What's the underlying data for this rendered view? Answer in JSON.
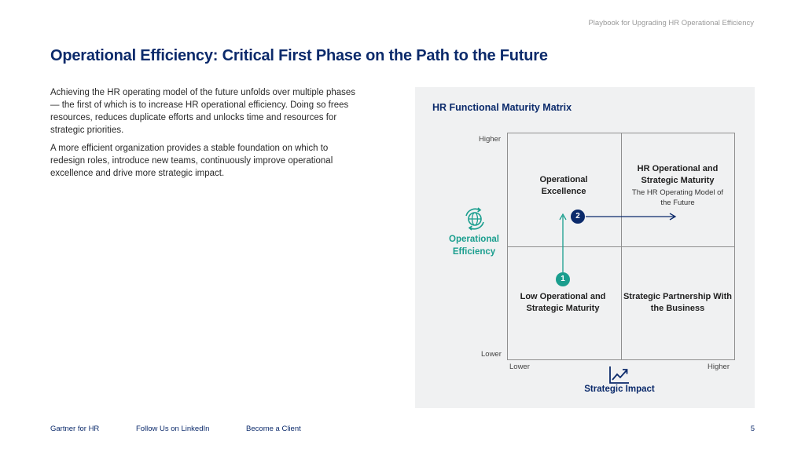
{
  "header": {
    "note": "Playbook for Upgrading HR Operational Efficiency"
  },
  "title": "Operational Efficiency: Critical First Phase on the Path to the Future",
  "body": {
    "paragraphs": [
      "Achieving the HR operating model of the future unfolds over multiple phases — the first of which is to increase HR operational efficiency. Doing so frees resources, reduces duplicate efforts and unlocks time and resources for strategic priorities.",
      "A more efficient organization provides a stable foundation on which to redesign roles, introduce new teams, continuously improve operational excellence and drive more strategic impact."
    ]
  },
  "matrix": {
    "title": "HR Functional Maturity Matrix",
    "y_axis": {
      "label": "Operational Efficiency",
      "high": "Higher",
      "low": "Lower",
      "icon": "globe-cycle-icon"
    },
    "x_axis": {
      "label": "Strategic Impact",
      "low": "Lower",
      "high": "Higher",
      "icon": "trend-chart-icon"
    },
    "quadrants": {
      "top_left": {
        "title": "Operational Excellence"
      },
      "top_right": {
        "title": "HR Operational and Strategic Maturity",
        "subtitle": "The HR Operating Model of the Future"
      },
      "bottom_left": {
        "title": "Low Operational and Strategic Maturity"
      },
      "bottom_right": {
        "title": "Strategic Partnership With the Business"
      }
    },
    "steps": [
      {
        "number": "1",
        "color": "#1a9e8e"
      },
      {
        "number": "2",
        "color": "#0b2a6b"
      }
    ]
  },
  "footer": {
    "links": [
      "Gartner for HR",
      "Follow Us on LinkedIn",
      "Become a Client"
    ],
    "page_number": "5"
  },
  "colors": {
    "navy": "#0b2a6b",
    "teal": "#1a9e8e",
    "panel_bg": "#f0f1f2"
  }
}
